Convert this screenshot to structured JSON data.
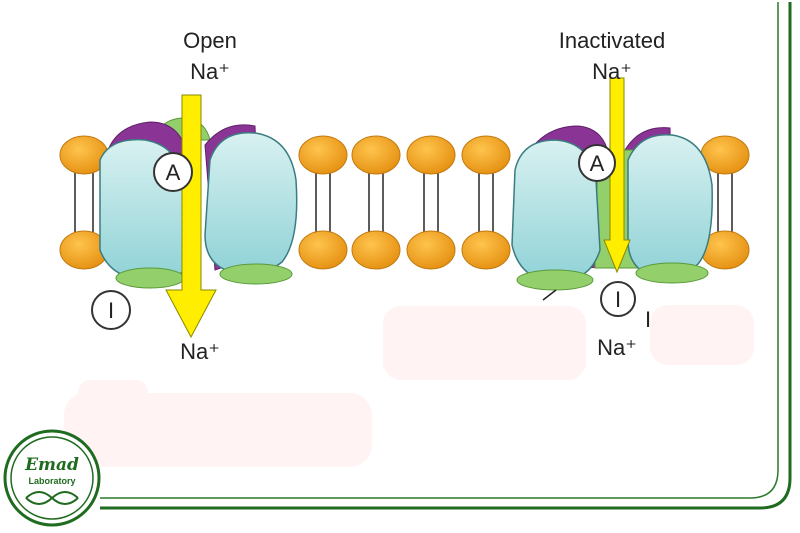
{
  "left_channel": {
    "state_label": "Open",
    "ion_top": "Na⁺",
    "ion_bottom": "Na⁺",
    "activation_gate": "A",
    "inactivation_gate": "I"
  },
  "right_channel": {
    "state_label": "Inactivated",
    "ion_top": "Na⁺",
    "ion_bottom": "Na⁺",
    "activation_gate": "A",
    "inactivation_gate": "I",
    "stray_mark": "I"
  },
  "logo": {
    "name": "Emad",
    "subtitle": "Laboratory"
  },
  "colors": {
    "lipid_head": "#f2a31b",
    "protein_body": "#a7dde0",
    "protein_accent": "#8a3596",
    "protein_base": "#93cf6b",
    "arrow": "#ffee00",
    "frame_green": "#1f6b1f",
    "redaction": "#fff3f3"
  }
}
